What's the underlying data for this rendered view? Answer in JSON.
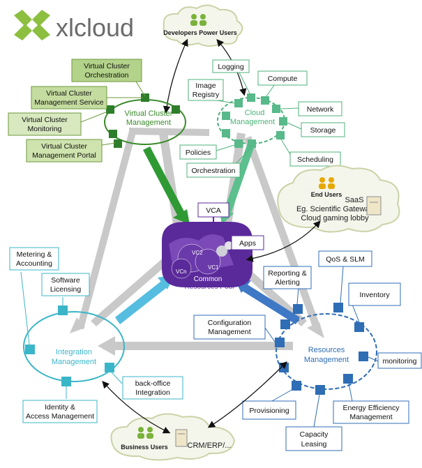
{
  "brand": {
    "name": "xlcloud",
    "logo_color": "#8cbf3f"
  },
  "groups": {
    "developers": "Developers Power Users",
    "end_users": "End Users",
    "business": "Business Users"
  },
  "vc_management": {
    "title_line1": "Virtual Cluster",
    "title_line2": "Management",
    "color": "#3a8a2a",
    "items": [
      [
        "Virtual Cluster",
        "Orchestration"
      ],
      [
        "Virtual Cluster",
        "Management Service"
      ],
      [
        "Virtual Cluster",
        "Monitoring"
      ],
      [
        "Virtual Cluster",
        "Management Portal"
      ]
    ]
  },
  "cloud_management": {
    "title_line1": "Cloud",
    "title_line2": "Management",
    "color": "#4db27a",
    "items": {
      "logging": "Logging",
      "image_registry": [
        "Image",
        "Registry"
      ],
      "compute": "Compute",
      "network": "Network",
      "storage": "Storage",
      "scheduling": "Scheduling",
      "policies": "Policies",
      "orchestration": "Orchestration"
    }
  },
  "pool": {
    "title_line1": "Common",
    "title_line2": "Resources Pool",
    "vca": "VCA",
    "apps": "Apps",
    "vc2": "VC2",
    "vcn": "VCn",
    "vc1": "VC1",
    "color": "#5a2a9a"
  },
  "saas": {
    "title": "SaaS",
    "line2": "Eg. Scientific Gateway",
    "line3": "Cloud gaming lobby"
  },
  "integration": {
    "title_line1": "Integration",
    "title_line2": "Management",
    "color": "#3bb5c8",
    "items": {
      "metering": [
        "Metering &",
        "Accounting"
      ],
      "software": [
        "Software",
        "Licensing"
      ],
      "identity": [
        "Identity &",
        "Access Management"
      ],
      "backoffice": [
        "back-office",
        "Integration"
      ]
    }
  },
  "resources": {
    "title_line1": "Resources",
    "title_line2": "Management",
    "color": "#2f6db5",
    "items": {
      "qos": "QoS & SLM",
      "reporting": [
        "Reporting &",
        "Alerting"
      ],
      "inventory": "Inventory",
      "configuration": [
        "Configuration",
        "Management"
      ],
      "monitoring": "monitoring",
      "energy": [
        "Energy Efficiency",
        "Management"
      ],
      "provisioning": "Provisioning",
      "capacity": [
        "Capacity",
        "Leasing"
      ]
    }
  },
  "crm": "CRM/ERP/..."
}
